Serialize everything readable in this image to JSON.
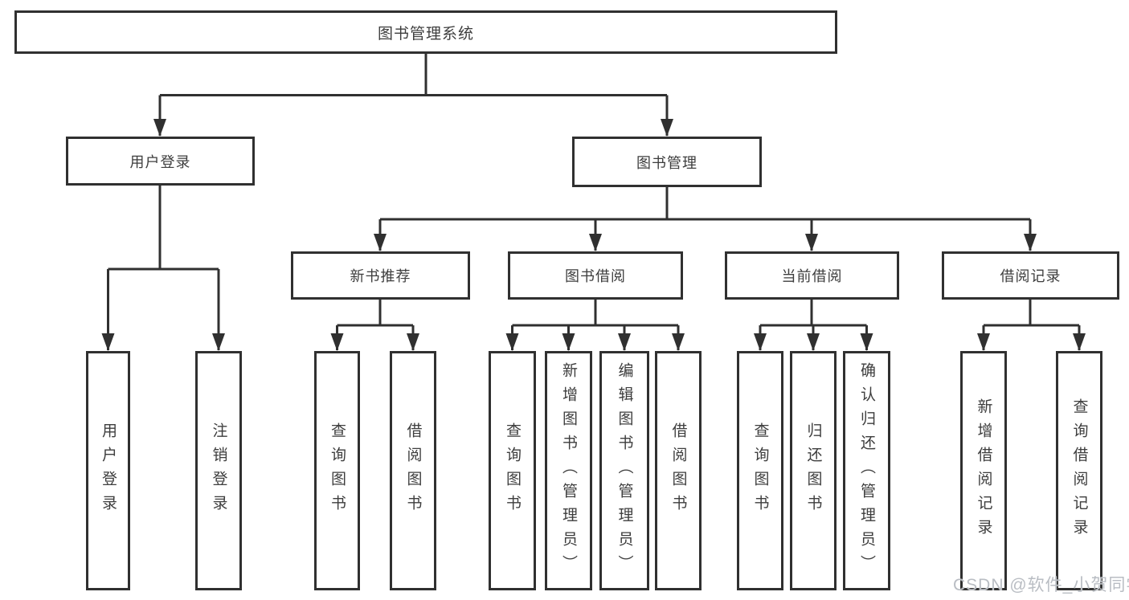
{
  "colors": {
    "line": "#303030",
    "box_border": "#303030",
    "text": "#3d3d3d",
    "background": "#ffffff",
    "watermark": "#b9bdc3"
  },
  "diagram": {
    "root": {
      "label": "图书管理系统"
    },
    "level2": [
      {
        "label": "用户登录"
      },
      {
        "label": "图书管理"
      }
    ],
    "level3": [
      {
        "label": "新书推荐"
      },
      {
        "label": "图书借阅"
      },
      {
        "label": "当前借阅"
      },
      {
        "label": "借阅记录"
      }
    ],
    "leaves": {
      "user_login": [
        "用户登录",
        "注销登录"
      ],
      "new_book_recommend": [
        "查询图书",
        "借阅图书"
      ],
      "book_borrow": [
        "查询图书",
        "新增图书（管理员）",
        "编辑图书（管理员）",
        "借阅图书"
      ],
      "current_borrow": [
        "查询图书",
        "归还图书",
        "确认归还（管理员）"
      ],
      "borrow_records": [
        "新增借阅记录",
        "查询借阅记录"
      ]
    }
  },
  "watermark": {
    "text": "CSDN @软件_小贺同学"
  }
}
